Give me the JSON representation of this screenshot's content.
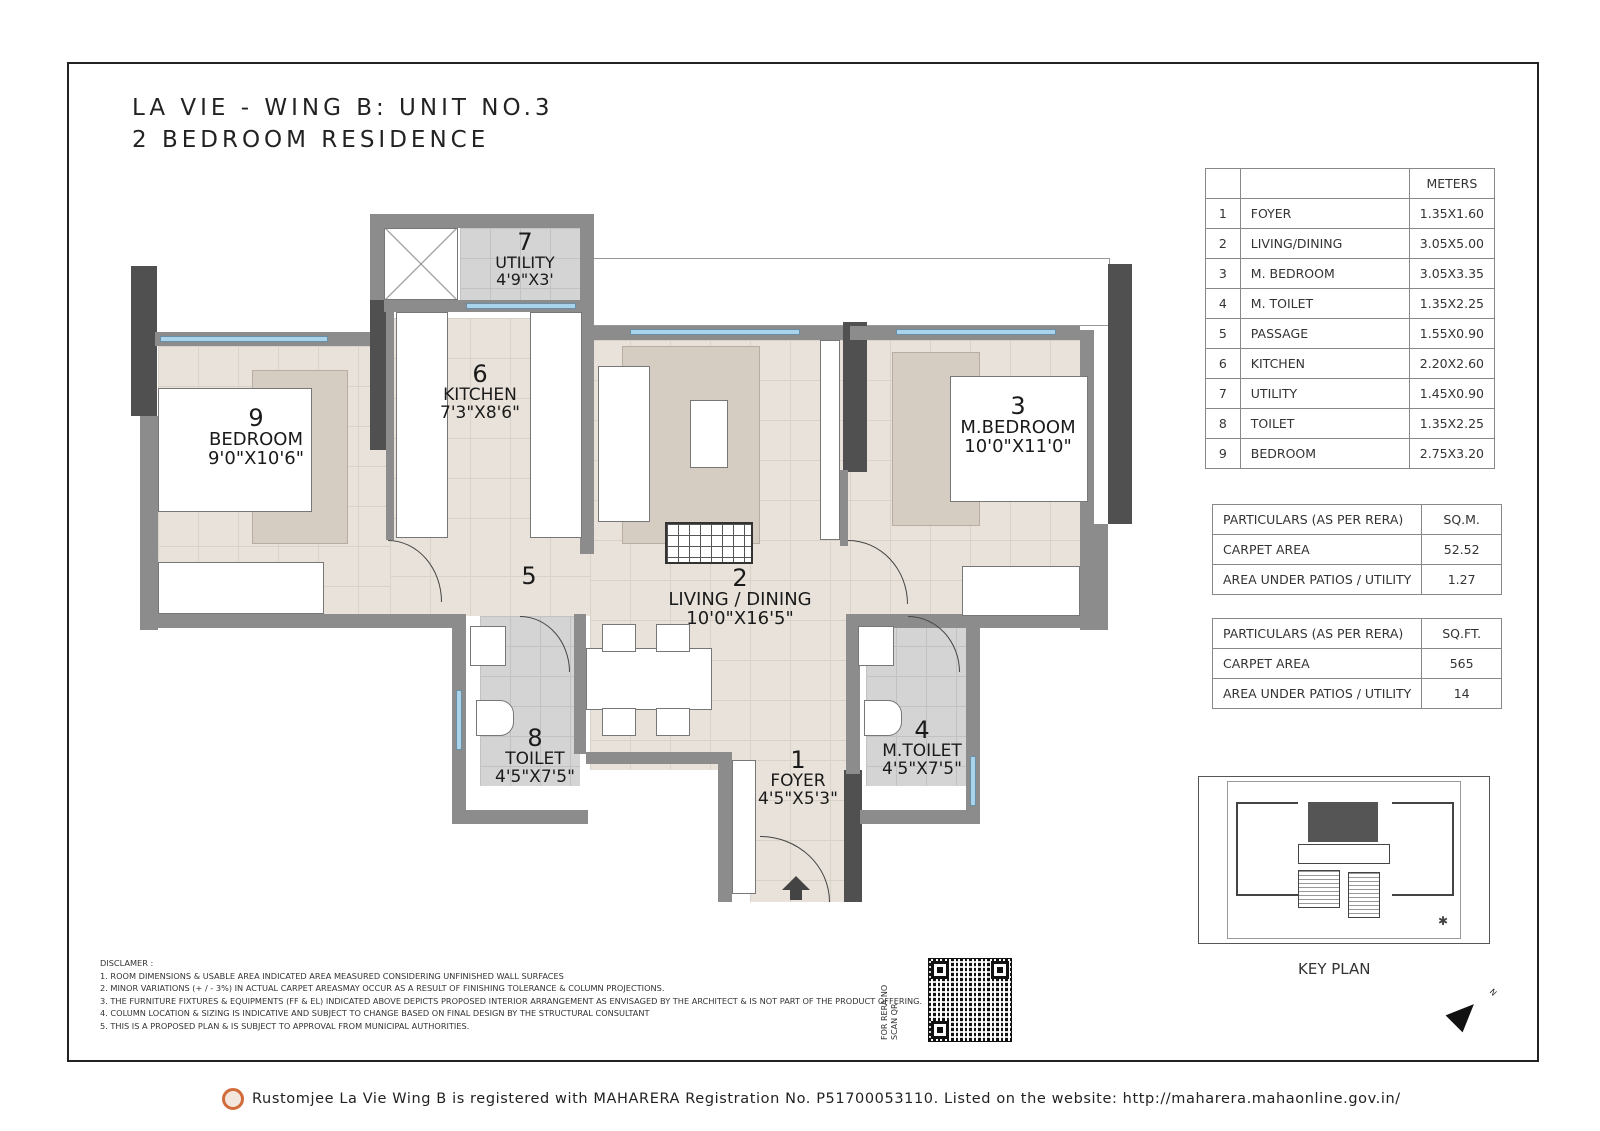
{
  "header": {
    "title_line1": "LA VIE - WING B: UNIT NO.3",
    "title_line2": "2 BEDROOM RESIDENCE"
  },
  "room_table": {
    "unit_header": "METERS",
    "rows": [
      {
        "no": "1",
        "name": "FOYER",
        "size": "1.35X1.60"
      },
      {
        "no": "2",
        "name": "LIVING/DINING",
        "size": "3.05X5.00"
      },
      {
        "no": "3",
        "name": "M. BEDROOM",
        "size": "3.05X3.35"
      },
      {
        "no": "4",
        "name": "M. TOILET",
        "size": "1.35X2.25"
      },
      {
        "no": "5",
        "name": "PASSAGE",
        "size": "1.55X0.90"
      },
      {
        "no": "6",
        "name": "KITCHEN",
        "size": "2.20X2.60"
      },
      {
        "no": "7",
        "name": "UTILITY",
        "size": "1.45X0.90"
      },
      {
        "no": "8",
        "name": "TOILET",
        "size": "1.35X2.25"
      },
      {
        "no": "9",
        "name": "BEDROOM",
        "size": "2.75X3.20"
      }
    ]
  },
  "area_sqm": {
    "header": "PARTICULARS (AS PER RERA)",
    "unit": "SQ.M.",
    "rows": [
      {
        "label": "CARPET AREA",
        "value": "52.52"
      },
      {
        "label": "AREA UNDER PATIOS / UTILITY",
        "value": "1.27"
      }
    ]
  },
  "area_sqft": {
    "header": "PARTICULARS (AS PER RERA)",
    "unit": "SQ.FT.",
    "rows": [
      {
        "label": "CARPET AREA",
        "value": "565"
      },
      {
        "label": "AREA UNDER PATIOS / UTILITY",
        "value": "14"
      }
    ]
  },
  "plan_labels": {
    "utility": {
      "no": "7",
      "name": "UTILITY",
      "dim": "4'9\"X3'"
    },
    "kitchen": {
      "no": "6",
      "name": "KITCHEN",
      "dim": "7'3\"X8'6\""
    },
    "bedroom": {
      "no": "9",
      "name": "BEDROOM",
      "dim": "9'0\"X10'6\""
    },
    "master_bedroom": {
      "no": "3",
      "name": "M.BEDROOM",
      "dim": "10'0\"X11'0\""
    },
    "passage": {
      "no": "5"
    },
    "living": {
      "no": "2",
      "name": "LIVING / DINING",
      "dim": "10'0\"X16'5\""
    },
    "toilet": {
      "no": "8",
      "name": "TOILET",
      "dim": "4'5\"X7'5\""
    },
    "master_toilet": {
      "no": "4",
      "name": "M.TOILET",
      "dim": "4'5\"X7'5\""
    },
    "foyer": {
      "no": "1",
      "name": "FOYER",
      "dim": "4'5\"X5'3\""
    }
  },
  "key_plan": {
    "label": "KEY PLAN"
  },
  "north_arrow": {
    "label": "N"
  },
  "qr": {
    "caption_line1": "FOR RERA NO",
    "caption_line2": "SCAN QR"
  },
  "disclaimer": {
    "heading": "DISCLAMER :",
    "items": [
      "1. ROOM DIMENSIONS & USABLE AREA INDICATED AREA MEASURED CONSIDERING UNFINISHED WALL SURFACES",
      "2. MINOR VARIATIONS (+ / - 3%) IN ACTUAL CARPET AREASMAY OCCUR AS A RESULT OF FINISHING TOLERANCE & COLUMN PROJECTIONS.",
      "3. THE FURNITURE FIXTURES & EQUIPMENTS (FF & EL) INDICATED ABOVE DEPICTS PROPOSED INTERIOR ARRANGEMENT AS ENVISAGED BY THE ARCHITECT & IS NOT PART OF THE  PRODUCT OFFERING.",
      "4. COLUMN LOCATION & SIZING IS INDICATIVE AND SUBJECT TO CHANGE BASED ON FINAL DESIGN BY THE STRUCTURAL CONSULTANT",
      "5. THIS IS A PROPOSED PLAN & IS SUBJECT TO APPROVAL FROM MUNICIPAL AUTHORITIES."
    ]
  },
  "footer": {
    "text": "Rustomjee La Vie Wing B is registered with MAHARERA Registration No. P51700053110. Listed on the website: http://maharera.mahaonline.gov.in/"
  }
}
